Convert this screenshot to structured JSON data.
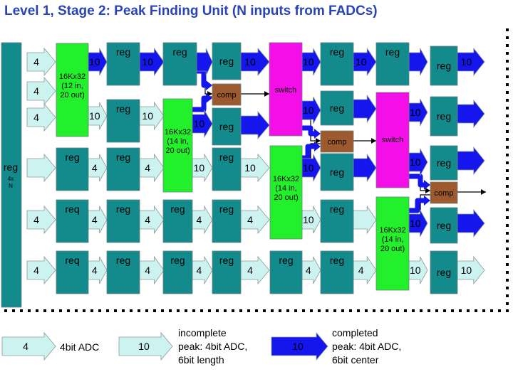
{
  "title": "Level 1, Stage 2: Peak Finding Unit (N inputs from FADCs)",
  "colors": {
    "title": "#2a43b8",
    "reg": "#138a8c",
    "lut": "#22f02a",
    "switch": "#f40ee8",
    "comp": "#9c5a2e",
    "arrow_adc": "#cdf3f1",
    "arrow_incomplete": "#cdf3f1",
    "arrow_complete": "#1515ee"
  },
  "labels": {
    "reg": "reg",
    "req": "req",
    "comp": "comp",
    "switch": "switch",
    "lut_line1": "16Kx32",
    "lut12_line2": "(12 in,",
    "lut14_line2": "(14 in,",
    "lut_line3": "20 out)",
    "input_reg_sub1": "4x",
    "input_reg_sub2": "N",
    "width_4": "4",
    "width_10": "10"
  },
  "legend": {
    "adc": {
      "arrow": "4",
      "label": "4bit ADC"
    },
    "incomplete": {
      "arrow": "10",
      "lines": [
        "incomplete",
        "peak: 4bit ADC,",
        "6bit length"
      ]
    },
    "complete": {
      "arrow": "10",
      "lines": [
        "completed",
        "peak: 4bit ADC,",
        "6bit center"
      ]
    }
  }
}
